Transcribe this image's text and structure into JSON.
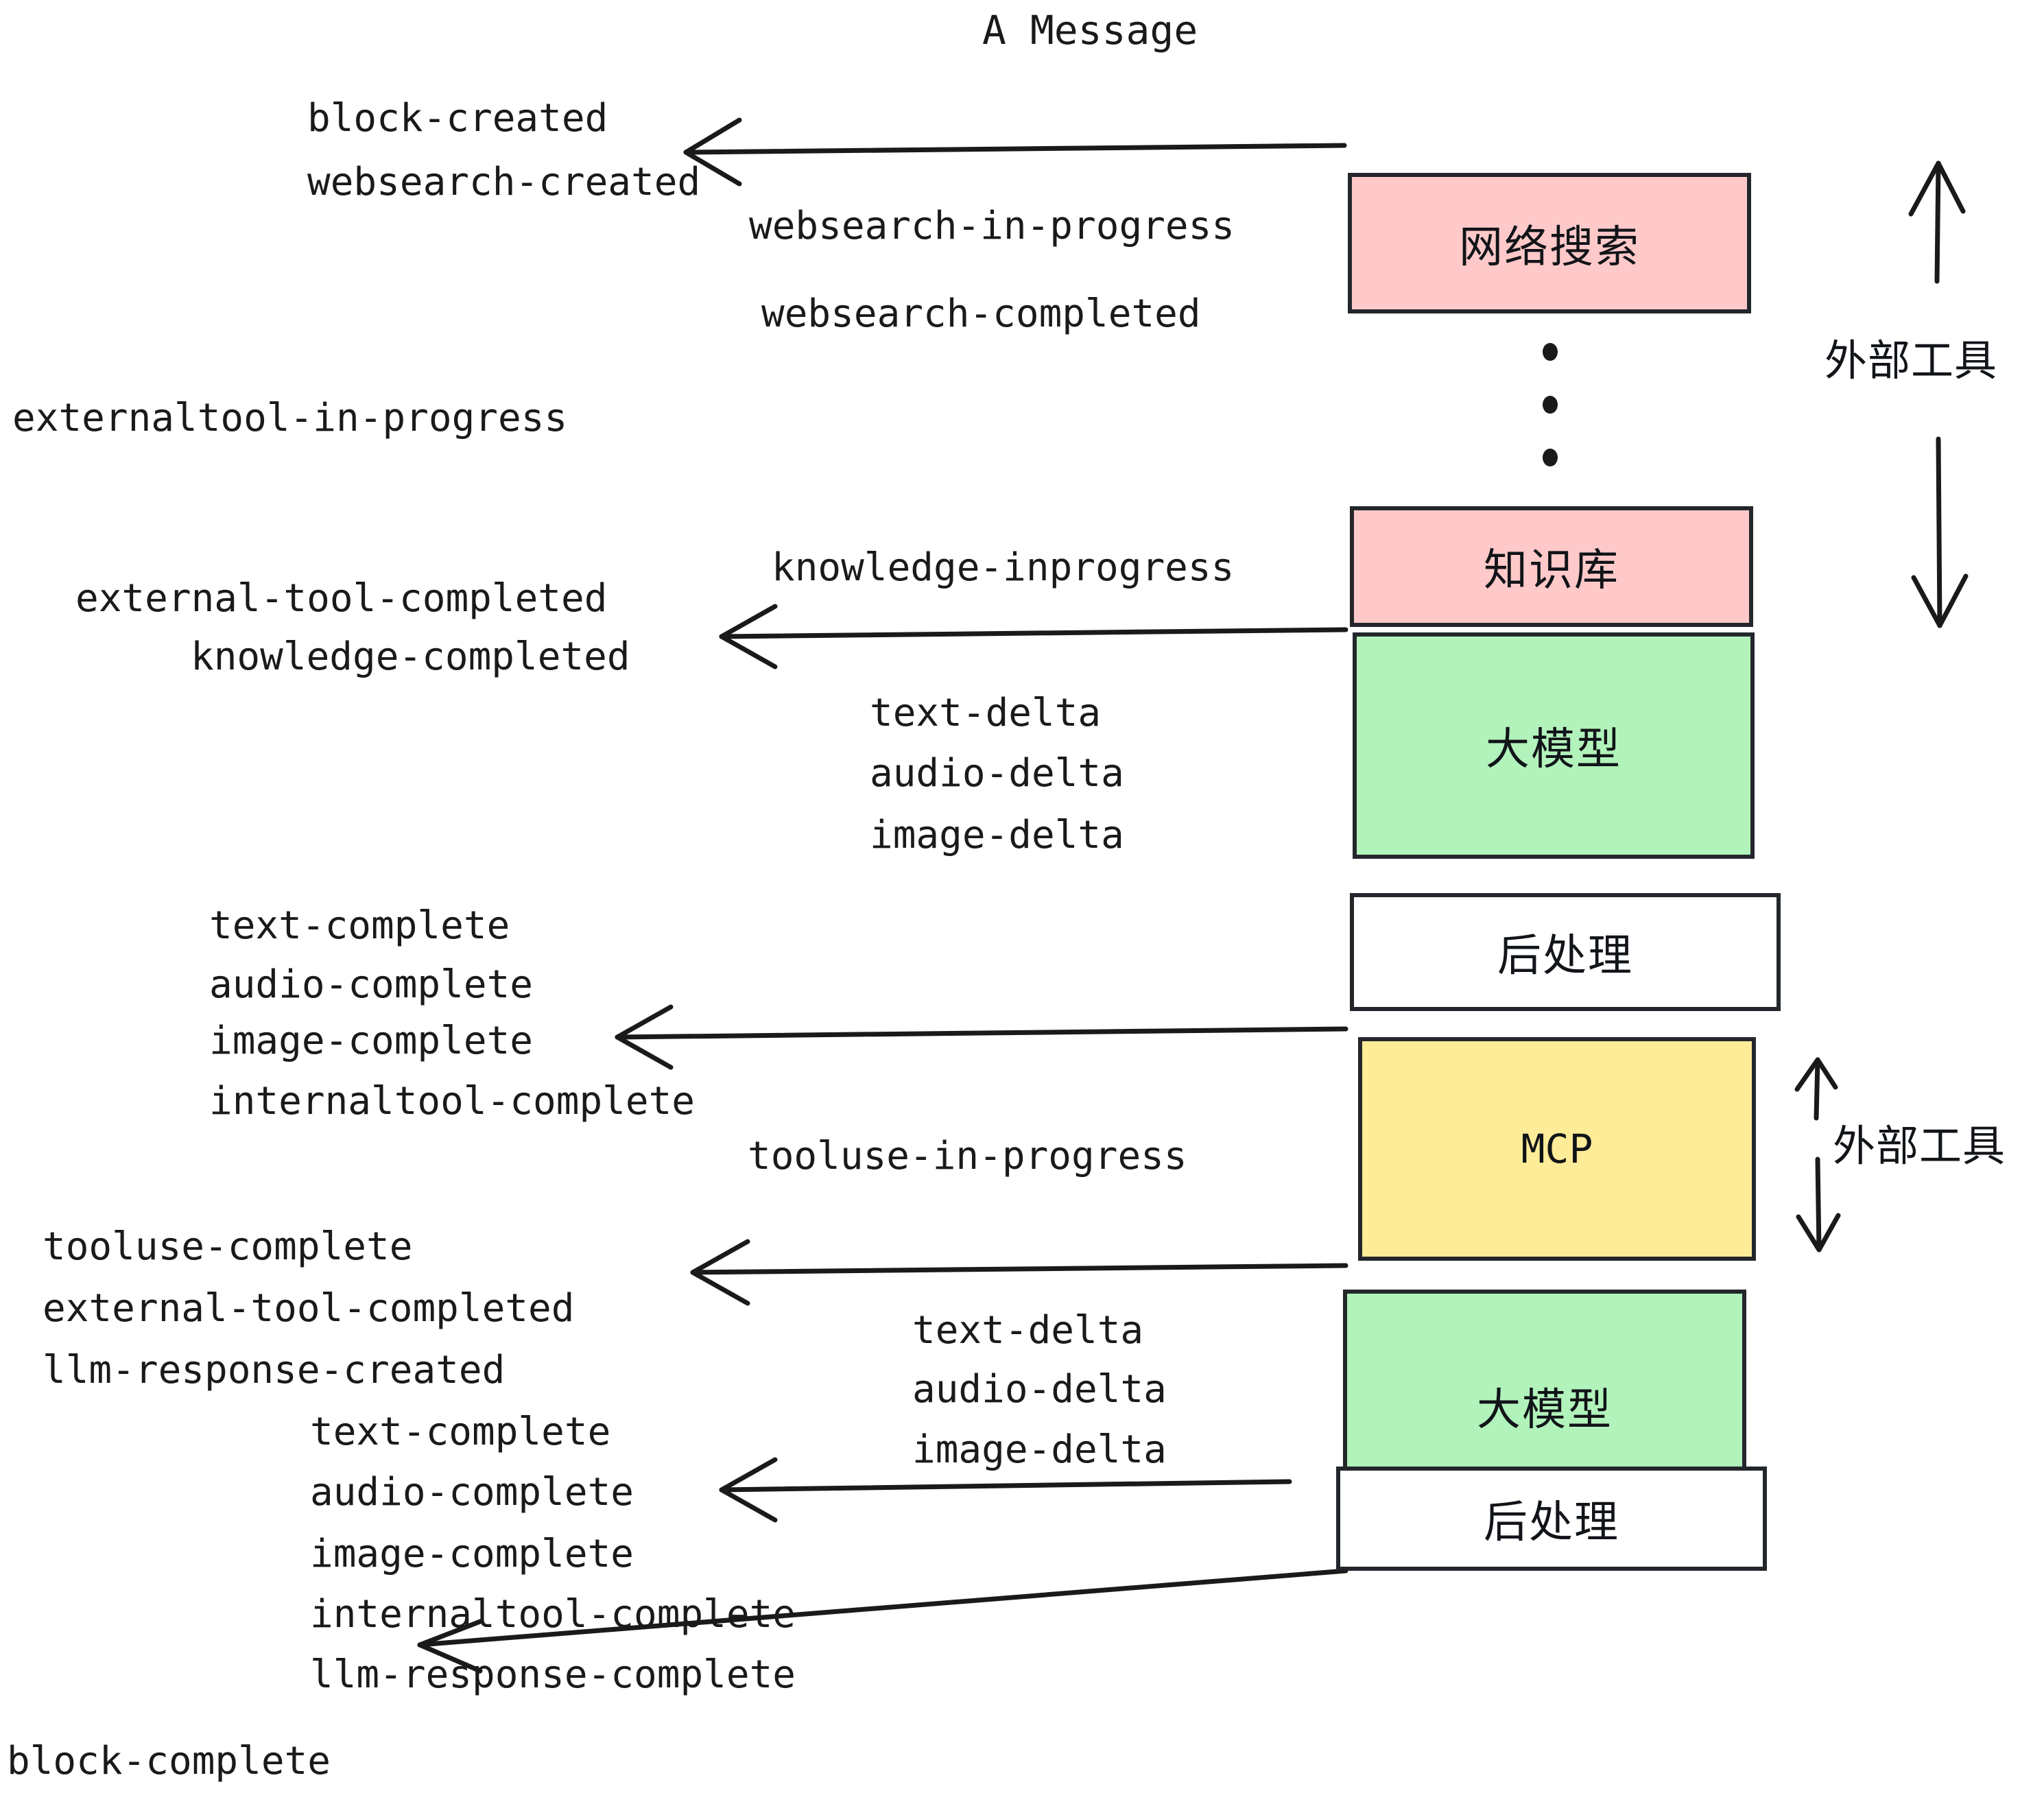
{
  "title": "A Message",
  "colors": {
    "pink": "#FFC9C9",
    "green": "#B2F2BB",
    "yellow": "#FFEC99",
    "white": "#FFFFFF",
    "stroke": "#23272B",
    "text": "#1A1A1A"
  },
  "boxes": [
    {
      "id": "websearch",
      "label": "网络搜索",
      "fill": "pink"
    },
    {
      "id": "knowledge",
      "label": "知识库",
      "fill": "pink"
    },
    {
      "id": "llm-1",
      "label": "大模型",
      "fill": "green"
    },
    {
      "id": "postprocess-1",
      "label": "后处理",
      "fill": "white"
    },
    {
      "id": "mcp",
      "label": "MCP",
      "fill": "yellow"
    },
    {
      "id": "llm-2",
      "label": "大模型",
      "fill": "green"
    },
    {
      "id": "postprocess-2",
      "label": "后处理",
      "fill": "white"
    }
  ],
  "side_labels": [
    {
      "id": "external-tools-top",
      "label": "外部工具"
    },
    {
      "id": "external-tools-bottom",
      "label": "外部工具"
    }
  ],
  "events": [
    {
      "id": "block-created",
      "text": "block-created"
    },
    {
      "id": "websearch-created",
      "text": "websearch-created"
    },
    {
      "id": "websearch-in-progress",
      "text": "websearch-in-progress"
    },
    {
      "id": "websearch-completed",
      "text": "websearch-completed"
    },
    {
      "id": "externaltool-in-progress",
      "text": "externaltool-in-progress"
    },
    {
      "id": "knowledge-inprogress",
      "text": "knowledge-inprogress"
    },
    {
      "id": "external-tool-completed-1",
      "text": "external-tool-completed"
    },
    {
      "id": "knowledge-completed",
      "text": "knowledge-completed"
    },
    {
      "id": "text-delta-1",
      "text": "text-delta"
    },
    {
      "id": "audio-delta-1",
      "text": "audio-delta"
    },
    {
      "id": "image-delta-1",
      "text": "image-delta"
    },
    {
      "id": "text-complete-1",
      "text": "text-complete"
    },
    {
      "id": "audio-complete-1",
      "text": "audio-complete"
    },
    {
      "id": "image-complete-1",
      "text": "image-complete"
    },
    {
      "id": "internaltool-complete-1",
      "text": "internaltool-complete"
    },
    {
      "id": "tooluse-in-progress",
      "text": "tooluse-in-progress"
    },
    {
      "id": "tooluse-complete",
      "text": "tooluse-complete"
    },
    {
      "id": "external-tool-completed-2",
      "text": "external-tool-completed"
    },
    {
      "id": "llm-response-created",
      "text": "llm-response-created"
    },
    {
      "id": "text-delta-2",
      "text": "text-delta"
    },
    {
      "id": "audio-delta-2",
      "text": "audio-delta"
    },
    {
      "id": "image-delta-2",
      "text": "image-delta"
    },
    {
      "id": "text-complete-2",
      "text": "text-complete"
    },
    {
      "id": "audio-complete-2",
      "text": "audio-complete"
    },
    {
      "id": "image-complete-2",
      "text": "image-complete"
    },
    {
      "id": "internaltool-complete-2",
      "text": "internaltool-complete"
    },
    {
      "id": "llm-response-complete",
      "text": "llm-response-complete"
    },
    {
      "id": "block-complete",
      "text": "block-complete"
    }
  ]
}
